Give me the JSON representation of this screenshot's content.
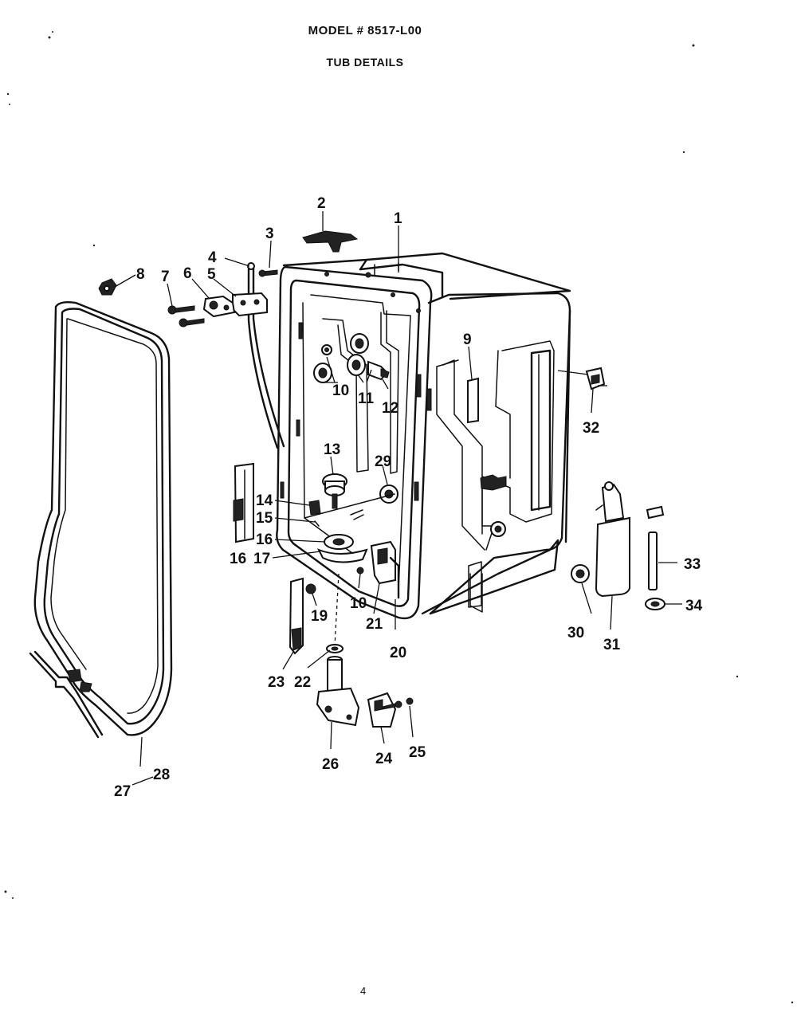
{
  "header": {
    "model": "MODEL # 8517-L00",
    "subtitle": "TUB DETAILS"
  },
  "page_number": "4",
  "callouts": {
    "c1": "1",
    "c2": "2",
    "c3": "3",
    "c4": "4",
    "c5": "5",
    "c6": "6",
    "c7": "7",
    "c8": "8",
    "c9": "9",
    "c10a": "10",
    "c10b": "10",
    "c11": "11",
    "c12": "12",
    "c13": "13",
    "c14": "14",
    "c15": "15",
    "c16a": "16",
    "c16b": "16",
    "c17": "17",
    "c19": "19",
    "c20": "20",
    "c21": "21",
    "c22": "22",
    "c23": "23",
    "c24": "24",
    "c25": "25",
    "c26": "26",
    "c27": "27",
    "c28": "28",
    "c29": "29",
    "c30": "30",
    "c31": "31",
    "c32": "32",
    "c33": "33",
    "c34": "34"
  }
}
